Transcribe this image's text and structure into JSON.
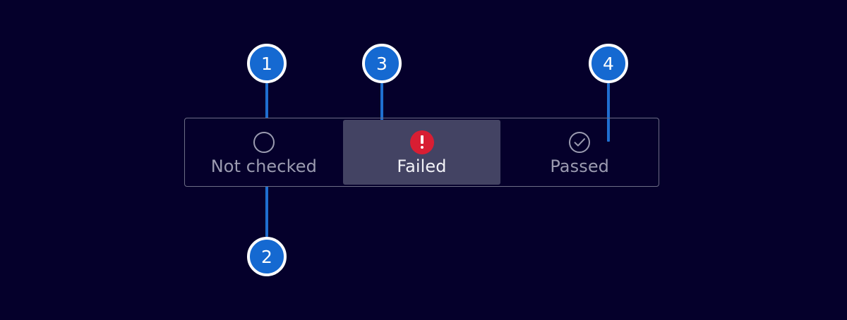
{
  "theme": {
    "background": "#05002b",
    "callout_fill": "#1569d1",
    "callout_ring": "#ffffff",
    "connector": "#1f6fd0",
    "control_border": "#6d6d86",
    "selected_fill": "#434363",
    "label_idle": "#9b9bb0",
    "label_selected": "#f2f2f7",
    "error_red": "#d81e33"
  },
  "segmented_control": {
    "name": "check-status-segmented-control",
    "selected_index": 1,
    "segments": [
      {
        "label": "Not checked",
        "icon": "empty-circle-icon",
        "state": "not-checked",
        "selected": false
      },
      {
        "label": "Failed",
        "icon": "error-exclamation-icon",
        "state": "failed",
        "selected": true
      },
      {
        "label": "Passed",
        "icon": "check-circle-icon",
        "state": "passed",
        "selected": false
      }
    ]
  },
  "callouts": [
    {
      "number": "1",
      "target": "not-checked-icon",
      "position": "above"
    },
    {
      "number": "2",
      "target": "not-checked-label",
      "position": "below"
    },
    {
      "number": "3",
      "target": "failed-segment",
      "position": "above"
    },
    {
      "number": "4",
      "target": "passed-segment",
      "position": "above"
    }
  ]
}
